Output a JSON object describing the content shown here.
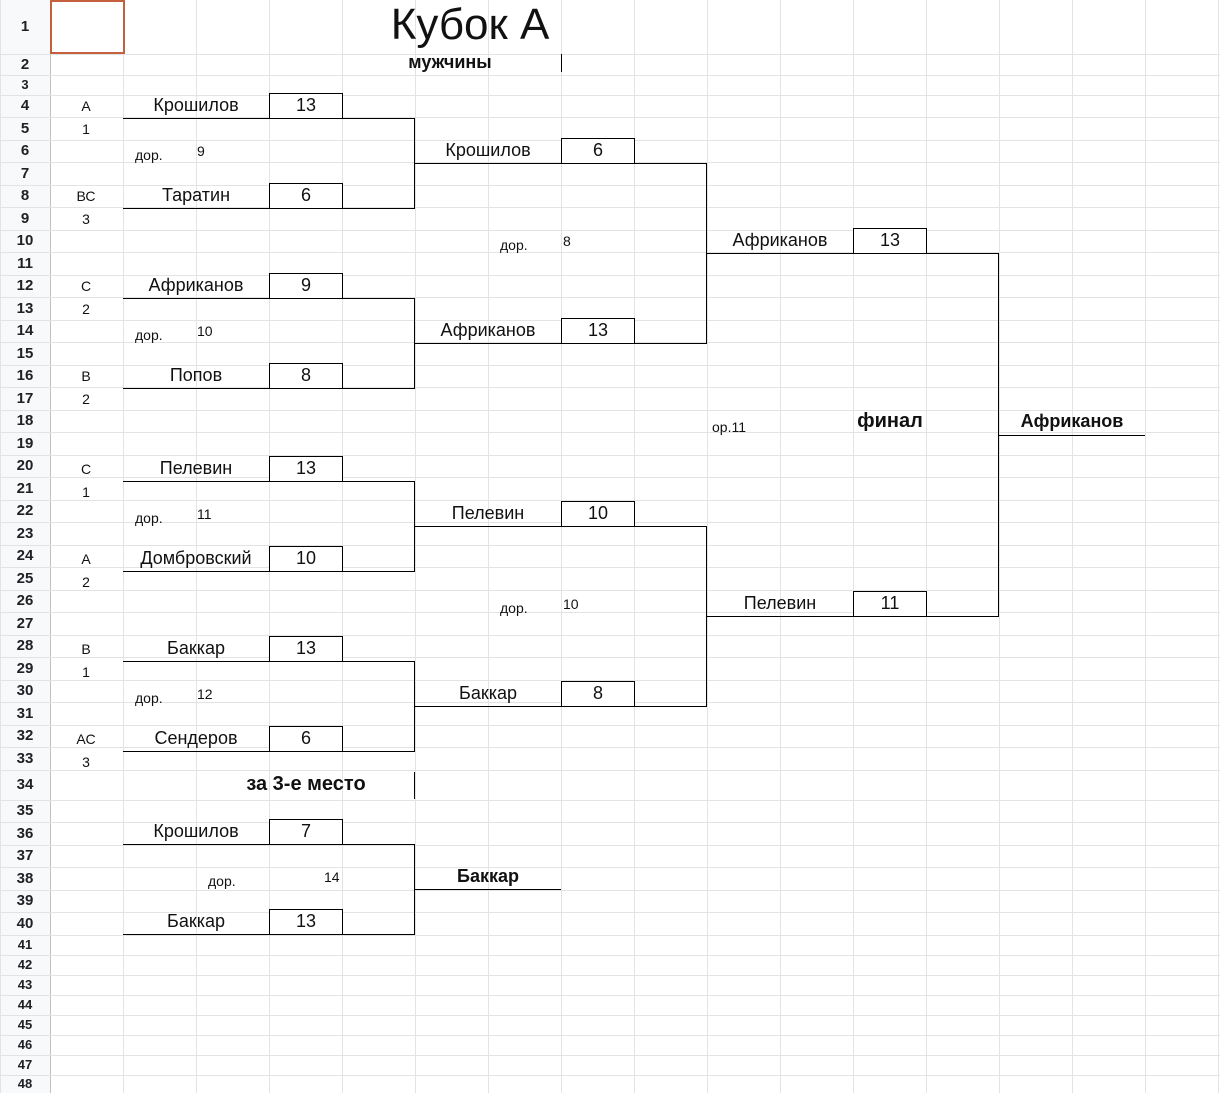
{
  "sheet": {
    "title": "Кубок А",
    "subtitle": "мужчины",
    "row_numbers": [
      "1",
      "2",
      "3",
      "4",
      "5",
      "6",
      "7",
      "8",
      "9",
      "10",
      "11",
      "12",
      "13",
      "14",
      "15",
      "16",
      "17",
      "18",
      "19",
      "20",
      "21",
      "22",
      "23",
      "24",
      "25",
      "26",
      "27",
      "28",
      "29",
      "30",
      "31",
      "32",
      "33",
      "34",
      "35",
      "36",
      "37",
      "38",
      "39",
      "40",
      "41",
      "42",
      "43",
      "44",
      "45",
      "46",
      "47",
      "48"
    ]
  },
  "round1": [
    {
      "top": {
        "code": "А",
        "seed": "1",
        "name": "Крошилов",
        "score": "13"
      },
      "extra_label": "дор.",
      "extra_value": "9",
      "bottom": {
        "code": "ВС",
        "seed": "3",
        "name": "Таратин",
        "score": "6"
      }
    },
    {
      "top": {
        "code": "С",
        "seed": "2",
        "name": "Африканов",
        "score": "9"
      },
      "extra_label": "дор.",
      "extra_value": "10",
      "bottom": {
        "code": "В",
        "seed": "2",
        "name": "Попов",
        "score": "8"
      }
    },
    {
      "top": {
        "code": "С",
        "seed": "1",
        "name": "Пелевин",
        "score": "13"
      },
      "extra_label": "дор.",
      "extra_value": "11",
      "bottom": {
        "code": "А",
        "seed": "2",
        "name": "Домбровский",
        "score": "10"
      }
    },
    {
      "top": {
        "code": "В",
        "seed": "1",
        "name": "Баккар",
        "score": "13"
      },
      "extra_label": "дор.",
      "extra_value": "12",
      "bottom": {
        "code": "АС",
        "seed": "3",
        "name": "Сендеров",
        "score": "6"
      }
    }
  ],
  "semis": [
    {
      "top": {
        "name": "Крошилов",
        "score": "6"
      },
      "extra_label": "дор.",
      "extra_value": "8",
      "bottom": {
        "name": "Африканов",
        "score": "13"
      }
    },
    {
      "top": {
        "name": "Пелевин",
        "score": "10"
      },
      "extra_label": "дор.",
      "extra_value": "10",
      "bottom": {
        "name": "Баккар",
        "score": "8"
      }
    }
  ],
  "final": {
    "top": {
      "name": "Африканов",
      "score": "13"
    },
    "bottom": {
      "name": "Пелевин",
      "score": "11"
    },
    "court_label": "ор.11",
    "label": "финал",
    "winner": "Африканов"
  },
  "third_place": {
    "label": "за 3-е место",
    "top": {
      "name": "Крошилов",
      "score": "7"
    },
    "extra_label": "дор.",
    "extra_value": "14",
    "bottom": {
      "name": "Баккар",
      "score": "13"
    },
    "winner": "Баккар"
  },
  "colors": {
    "selection": "#c5603f",
    "gridline": "#e2e3e3",
    "header_bg": "#f8f9fa"
  }
}
